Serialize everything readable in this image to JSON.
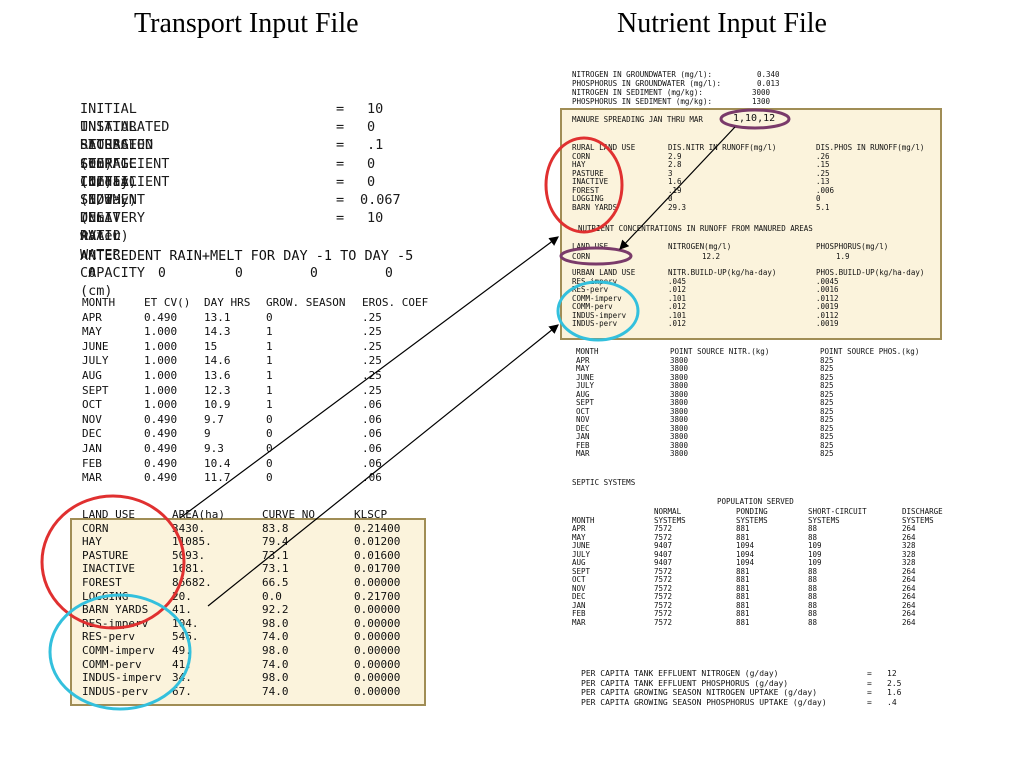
{
  "titles": {
    "transport": "Transport Input File",
    "nutrient": "Nutrient Input File"
  },
  "transport": {
    "params": [
      {
        "label": "INITIAL UNSATURATED STORAGE (cm)",
        "eq": "=",
        "value": "10"
      },
      {
        "label": "INITIAL SATURATED STORAGE (cm)",
        "eq": "=",
        "value": "0"
      },
      {
        "label": "RECESSION COEFFICIENT (1/day)",
        "eq": "=",
        "value": ".1"
      },
      {
        "label": "SEEPAGE COEFFICIENT (1/day)",
        "eq": "=",
        "value": "0"
      },
      {
        "label": "INITIAL SNOW (cm water)",
        "eq": "=",
        "value": "0"
      },
      {
        "label": "SEDIMENT DELIVERY RATIO",
        "eq": "=",
        "value": "0.067"
      },
      {
        "label": "UNSAT AVAIL WATER CAPACITY (cm)",
        "eq": "=",
        "value": "10"
      }
    ],
    "antecedent": {
      "label": "ANTECEDENT RAIN+MELT FOR DAY -1 TO DAY -5",
      "values": [
        "0",
        "0",
        "0",
        "0",
        "0"
      ]
    },
    "monthly_headers": [
      "MONTH",
      "ET CV()",
      "DAY HRS",
      "GROW. SEASON",
      "EROS. COEF"
    ],
    "monthly": [
      [
        "APR",
        "0.490",
        "13.1",
        "0",
        ".25"
      ],
      [
        "MAY",
        "1.000",
        "14.3",
        "1",
        ".25"
      ],
      [
        "JUNE",
        "1.000",
        "15",
        "1",
        ".25"
      ],
      [
        "JULY",
        "1.000",
        "14.6",
        "1",
        ".25"
      ],
      [
        "AUG",
        "1.000",
        "13.6",
        "1",
        ".25"
      ],
      [
        "SEPT",
        "1.000",
        "12.3",
        "1",
        ".25"
      ],
      [
        "OCT",
        "1.000",
        "10.9",
        "1",
        ".06"
      ],
      [
        "NOV",
        "0.490",
        "9.7",
        "0",
        ".06"
      ],
      [
        "DEC",
        "0.490",
        "9",
        "0",
        ".06"
      ],
      [
        "JAN",
        "0.490",
        "9.3",
        "0",
        ".06"
      ],
      [
        "FEB",
        "0.490",
        "10.4",
        "0",
        ".06"
      ],
      [
        "MAR",
        "0.490",
        "11.7",
        "0",
        ".06"
      ]
    ],
    "landuse_headers": [
      "LAND USE",
      "AREA(ha)",
      "CURVE NO",
      "KLSCP"
    ],
    "landuse": [
      [
        "CORN",
        "3430.",
        "83.8",
        "0.21400"
      ],
      [
        "HAY",
        "11085.",
        "79.4",
        "0.01200"
      ],
      [
        "PASTURE",
        "5093.",
        "73.1",
        "0.01600"
      ],
      [
        "INACTIVE",
        "1681.",
        "73.1",
        "0.01700"
      ],
      [
        "FOREST",
        "86682.",
        "66.5",
        "0.00000"
      ],
      [
        "LOGGING",
        "20.",
        "0.0",
        "0.21700"
      ],
      [
        "BARN YARDS",
        "41.",
        "92.2",
        "0.00000"
      ],
      [
        "RES-imperv",
        "104.",
        "98.0",
        "0.00000"
      ],
      [
        "RES-perv",
        "546.",
        "74.0",
        "0.00000"
      ],
      [
        "COMM-imperv",
        "49.",
        "98.0",
        "0.00000"
      ],
      [
        "COMM-perv",
        "41.",
        "74.0",
        "0.00000"
      ],
      [
        "INDUS-imperv",
        "34.",
        "98.0",
        "0.00000"
      ],
      [
        "INDUS-perv",
        "67.",
        "74.0",
        "0.00000"
      ]
    ]
  },
  "nutrient": {
    "top": [
      {
        "label": "NITROGEN IN GROUNDWATER (mg/l):",
        "value": "0.340"
      },
      {
        "label": "PHOSPHORUS IN GROUNDWATER (mg/l):",
        "value": "0.013"
      },
      {
        "label": "NITROGEN IN SEDIMENT (mg/kg):",
        "value": "3000"
      },
      {
        "label": "PHOSPHORUS IN SEDIMENT (mg/kg):",
        "value": "1300"
      }
    ],
    "manure_label": "MANURE SPREADING JAN THRU MAR",
    "manure_value": "1,10,12",
    "rural_headers": [
      "RURAL LAND USE",
      "DIS.NITR IN RUNOFF(mg/l)",
      "DIS.PHOS IN RUNOFF(mg/l)"
    ],
    "rural": [
      [
        "CORN",
        "2.9",
        ".26"
      ],
      [
        "HAY",
        "2.8",
        ".15"
      ],
      [
        "PASTURE",
        "3",
        ".25"
      ],
      [
        "INACTIVE",
        "1.6",
        ".13"
      ],
      [
        "FOREST",
        ".19",
        ".006"
      ],
      [
        "LOGGING",
        "0",
        "0"
      ],
      [
        "BARN YARDS",
        "29.3",
        "5.1"
      ]
    ],
    "manured_label": "NUTRIENT CONCENTRATIONS IN RUNOFF FROM MANURED AREAS",
    "manured_headers": [
      "LAND USE",
      "NITROGEN(mg/l)",
      "PHOSPHORUS(mg/l)"
    ],
    "manured_row": [
      "CORN",
      "12.2",
      "1.9"
    ],
    "urban_headers": [
      "URBAN LAND USE",
      "NITR.BUILD-UP(kg/ha-day)",
      "PHOS.BUILD-UP(kg/ha-day)"
    ],
    "urban": [
      [
        "RES-imperv",
        ".045",
        ".0045"
      ],
      [
        "RES-perv",
        ".012",
        ".0016"
      ],
      [
        "COMM-imperv",
        ".101",
        ".0112"
      ],
      [
        "COMM-perv",
        ".012",
        ".0019"
      ],
      [
        "INDUS-imperv",
        ".101",
        ".0112"
      ],
      [
        "INDUS-perv",
        ".012",
        ".0019"
      ]
    ],
    "point_headers": [
      "MONTH",
      "POINT SOURCE NITR.(kg)",
      "POINT SOURCE PHOS.(kg)"
    ],
    "point": [
      [
        "APR",
        "3800",
        "825"
      ],
      [
        "MAY",
        "3800",
        "825"
      ],
      [
        "JUNE",
        "3800",
        "825"
      ],
      [
        "JULY",
        "3800",
        "825"
      ],
      [
        "AUG",
        "3800",
        "825"
      ],
      [
        "SEPT",
        "3800",
        "825"
      ],
      [
        "OCT",
        "3800",
        "825"
      ],
      [
        "NOV",
        "3800",
        "825"
      ],
      [
        "DEC",
        "3800",
        "825"
      ],
      [
        "JAN",
        "3800",
        "825"
      ],
      [
        "FEB",
        "3800",
        "825"
      ],
      [
        "MAR",
        "3800",
        "825"
      ]
    ],
    "septic_label": "SEPTIC SYSTEMS",
    "population_served": "POPULATION SERVED",
    "septic_headers_top": [
      "",
      "NORMAL",
      "PONDING",
      "SHORT-CIRCUIT",
      "DISCHARGE"
    ],
    "septic_headers": [
      "MONTH",
      "SYSTEMS",
      "SYSTEMS",
      "SYSTEMS",
      "SYSTEMS"
    ],
    "septic": [
      [
        "APR",
        "7572",
        "881",
        "88",
        "264"
      ],
      [
        "MAY",
        "7572",
        "881",
        "88",
        "264"
      ],
      [
        "JUNE",
        "9407",
        "1094",
        "109",
        "328"
      ],
      [
        "JULY",
        "9407",
        "1094",
        "109",
        "328"
      ],
      [
        "AUG",
        "9407",
        "1094",
        "109",
        "328"
      ],
      [
        "SEPT",
        "7572",
        "881",
        "88",
        "264"
      ],
      [
        "OCT",
        "7572",
        "881",
        "88",
        "264"
      ],
      [
        "NOV",
        "7572",
        "881",
        "88",
        "264"
      ],
      [
        "DEC",
        "7572",
        "881",
        "88",
        "264"
      ],
      [
        "JAN",
        "7572",
        "881",
        "88",
        "264"
      ],
      [
        "FEB",
        "7572",
        "881",
        "88",
        "264"
      ],
      [
        "MAR",
        "7572",
        "881",
        "88",
        "264"
      ]
    ],
    "per_capita": [
      {
        "label": "PER CAPITA TANK EFFLUENT NITROGEN (g/day)",
        "eq": "=",
        "value": "12"
      },
      {
        "label": "PER CAPITA TANK EFFLUENT PHOSPHORUS (g/day)",
        "eq": "=",
        "value": "2.5"
      },
      {
        "label": "PER CAPITA GROWING SEASON NITROGEN UPTAKE (g/day)",
        "eq": "=",
        "value": "1.6"
      },
      {
        "label": "PER CAPITA GROWING SEASON PHOSPHORUS UPTAKE (g/day)",
        "eq": "=",
        "value": ".4"
      }
    ]
  },
  "colors": {
    "beige": "#fbf3dc",
    "border": "#a08d55",
    "red": "#e03030",
    "cyan": "#33c0dd",
    "purple": "#7a3a6a"
  }
}
